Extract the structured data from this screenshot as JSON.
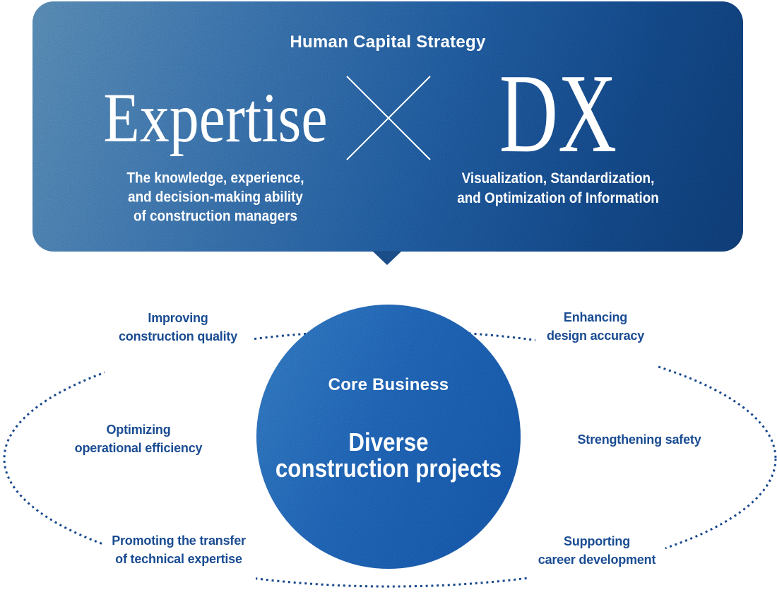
{
  "banner": {
    "title": "Human Capital Strategy",
    "left_word": "Expertise",
    "right_word": "DX",
    "left_desc": [
      "The knowledge, experience,",
      "and decision-making ability",
      "of construction managers"
    ],
    "right_desc": [
      "Visualization, Standardization,",
      "and Optimization of Information"
    ]
  },
  "core": {
    "label": "Core Business",
    "title_lines": [
      "Diverse",
      "construction projects"
    ]
  },
  "satellites": [
    {
      "lines": [
        "Improving",
        "construction quality"
      ]
    },
    {
      "lines": [
        "Enhancing",
        "design accuracy"
      ]
    },
    {
      "lines": [
        "Optimizing",
        "operational efficiency"
      ]
    },
    {
      "lines": [
        "Strengthening safety"
      ]
    },
    {
      "lines": [
        "Promoting the transfer",
        "of technical expertise"
      ]
    },
    {
      "lines": [
        "Supporting",
        "career development"
      ]
    }
  ],
  "colors": {
    "banner_grad_start": "#4f7ca8",
    "banner_grad_mid": "#1d5291",
    "banner_grad_end": "#0d366a",
    "pointer_blue": "#1b4e89",
    "circle_grad_start": "#2e6db6",
    "circle_grad_end": "#124c9a",
    "label_blue": "#1a4c92",
    "dot_blue": "#17478c",
    "text_white": "#ffffff"
  }
}
